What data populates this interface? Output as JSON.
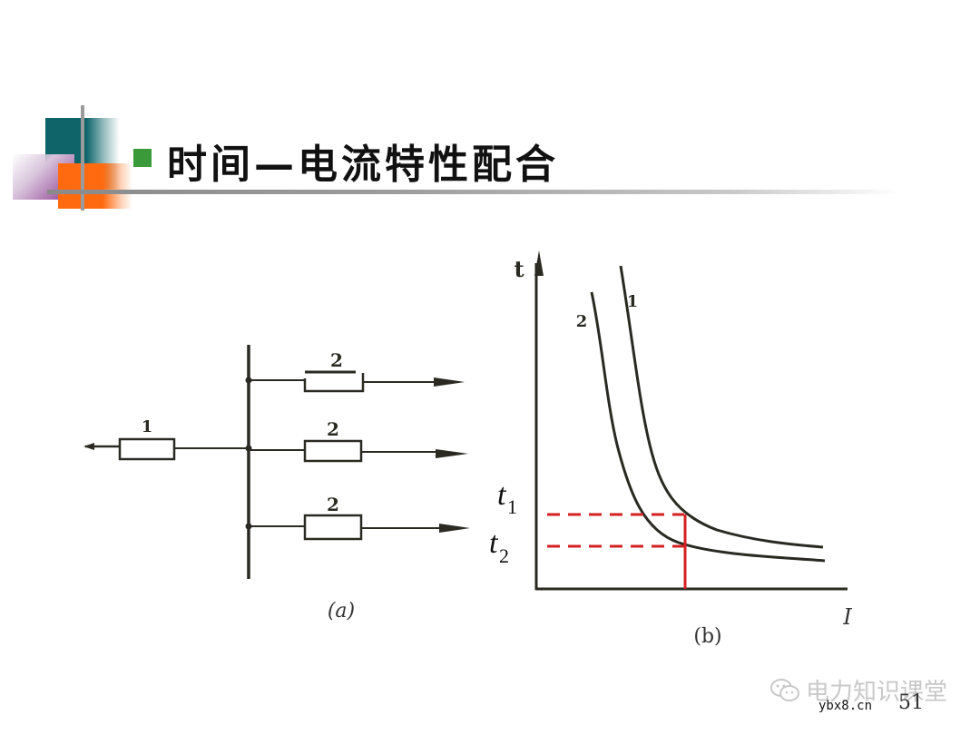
{
  "slide": {
    "title": "时间—电流特性配合",
    "page_number": "51",
    "bullet_color": "#3a9a3a"
  },
  "diagram_a": {
    "caption": "(a)",
    "upstream_fuse_label": "1",
    "branch_fuse_labels": [
      "2",
      "2",
      "2"
    ]
  },
  "diagram_b": {
    "caption": "(b)",
    "y_axis_label": "t",
    "x_axis_label": "I",
    "curve_labels": [
      "1",
      "2"
    ],
    "t1_label": "t",
    "t1_sub": "1",
    "t2_label": "t",
    "t2_sub": "2",
    "marker_color": "#d42020"
  },
  "watermark": {
    "brand": "电力知识课堂",
    "icon": "wechat-icon",
    "site": "ybx8.cn"
  }
}
